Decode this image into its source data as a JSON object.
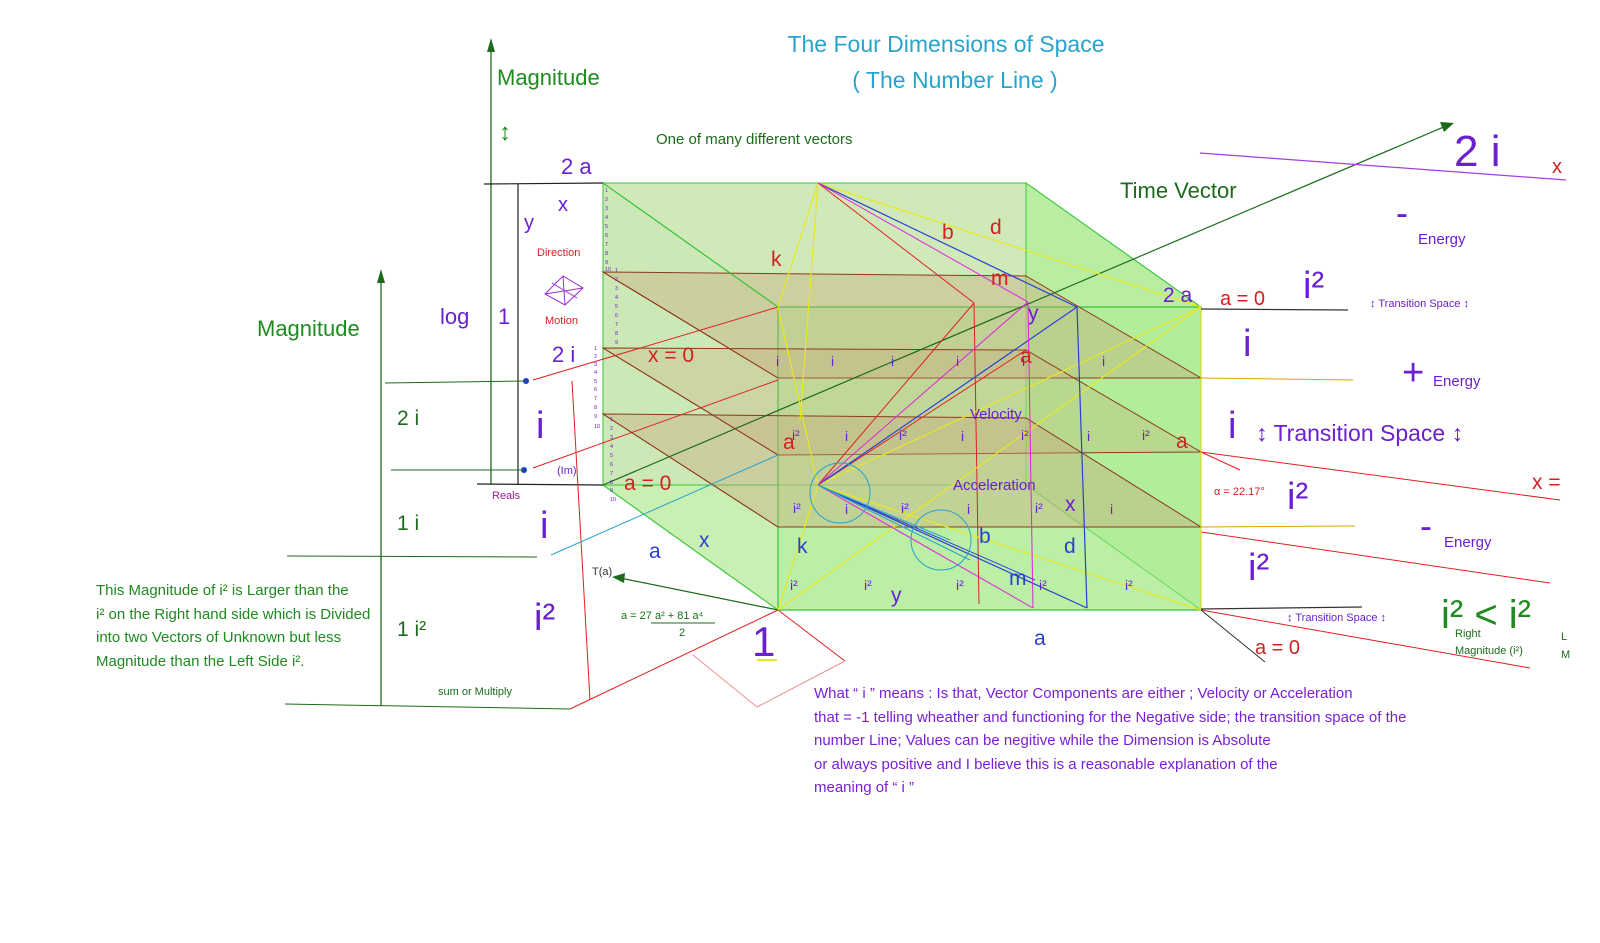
{
  "title": {
    "line1": "The Four Dimensions of Space",
    "line2": "( The Number Line )"
  },
  "colors": {
    "title": "#29a3cc",
    "green_label": "#1f8a1f",
    "dark_green": "#1c6b1c",
    "purple": "#6a1fd0",
    "red": "#d42020",
    "blue": "#2a3fd6",
    "yellow": "#e8e820",
    "magenta": "#e020e0",
    "brown": "#8b3a1a",
    "light_green_fill": "#b8e6a0"
  },
  "labels": {
    "magnitude_top": "Magnitude",
    "magnitude_arrow": "↕",
    "magnitude_left": "Magnitude",
    "one_of_many": "One of many different vectors",
    "time_vector": "Time Vector",
    "two_a_top": "2 a",
    "x_top": "x",
    "y_top": "y",
    "direction": "Direction",
    "motion": "Motion",
    "log": "log",
    "one": "1",
    "two_i_mid": "2 i",
    "x_eq_0": "x = 0",
    "i_big": "i",
    "im": "(Im)",
    "reals": "Reals",
    "a_eq_0_left": "a = 0",
    "two_i_left": "2 i",
    "one_i_left": "1 i",
    "one_i2_left": "1 i²",
    "i_mid_big": "i",
    "i2_mid_big": "i²",
    "sum_or_multiply": "sum or Multiply",
    "t_of_a": "T(a)",
    "formula_top": "a =  27 a² + 81 a⁴",
    "formula_den": "2",
    "big_one": "1",
    "a_front": "a",
    "x_front": "x",
    "a_bottom": "a",
    "k_top": "k",
    "b_top": "b",
    "d_top": "d",
    "m_top": "m",
    "y_right": "y",
    "a_red_mid": "a",
    "velocity": "Velocity",
    "acceleration": "Acceleration",
    "a_red_left": "a",
    "x_mid": "x",
    "d_mid": "d",
    "b_mid": "b",
    "m_mid": "m",
    "k_mid": "k",
    "y_mid": "y",
    "i_small": "i",
    "i2_small": "i²",
    "two_a_right": "2 a",
    "a_eq_0_right_top": "a = 0",
    "a_eq_0_right_bottom": "a = 0",
    "a_red_right": "a",
    "alpha": "α = 22.17°",
    "two_i_right": "2 i",
    "x_far_top": "x",
    "minus": "-",
    "energy": "Energy",
    "plus": "+",
    "i2_right": "i²",
    "i_right": "i",
    "transition_space_small": "↕ Transition Space ↕",
    "transition_space_big": "↕ Transition Space ↕",
    "x_eq_right": "x =",
    "i2_lt": "i²  <  i²",
    "right_word": "Right",
    "magnitude_i2": "Magnitude (i²)",
    "edge_l": "L",
    "edge_m": "M"
  },
  "left_note": [
    "This Magnitude of  i² is Larger than the",
    "i² on the Right hand side which is Divided",
    "into two Vectors of Unknown but less",
    "Magnitude than the Left Side  i²."
  ],
  "bottom_note": [
    "What  “ i ”  means : Is that, Vector Components are either ; Velocity or Acceleration",
    "that  =  -1 telling wheather and functioning for the Negative side; the transition space of the",
    "number Line; Values can be negitive while the Dimension is Absolute",
    "or always positive and I believe this is a reasonable explanation of the",
    "meaning of  “ i ”"
  ]
}
